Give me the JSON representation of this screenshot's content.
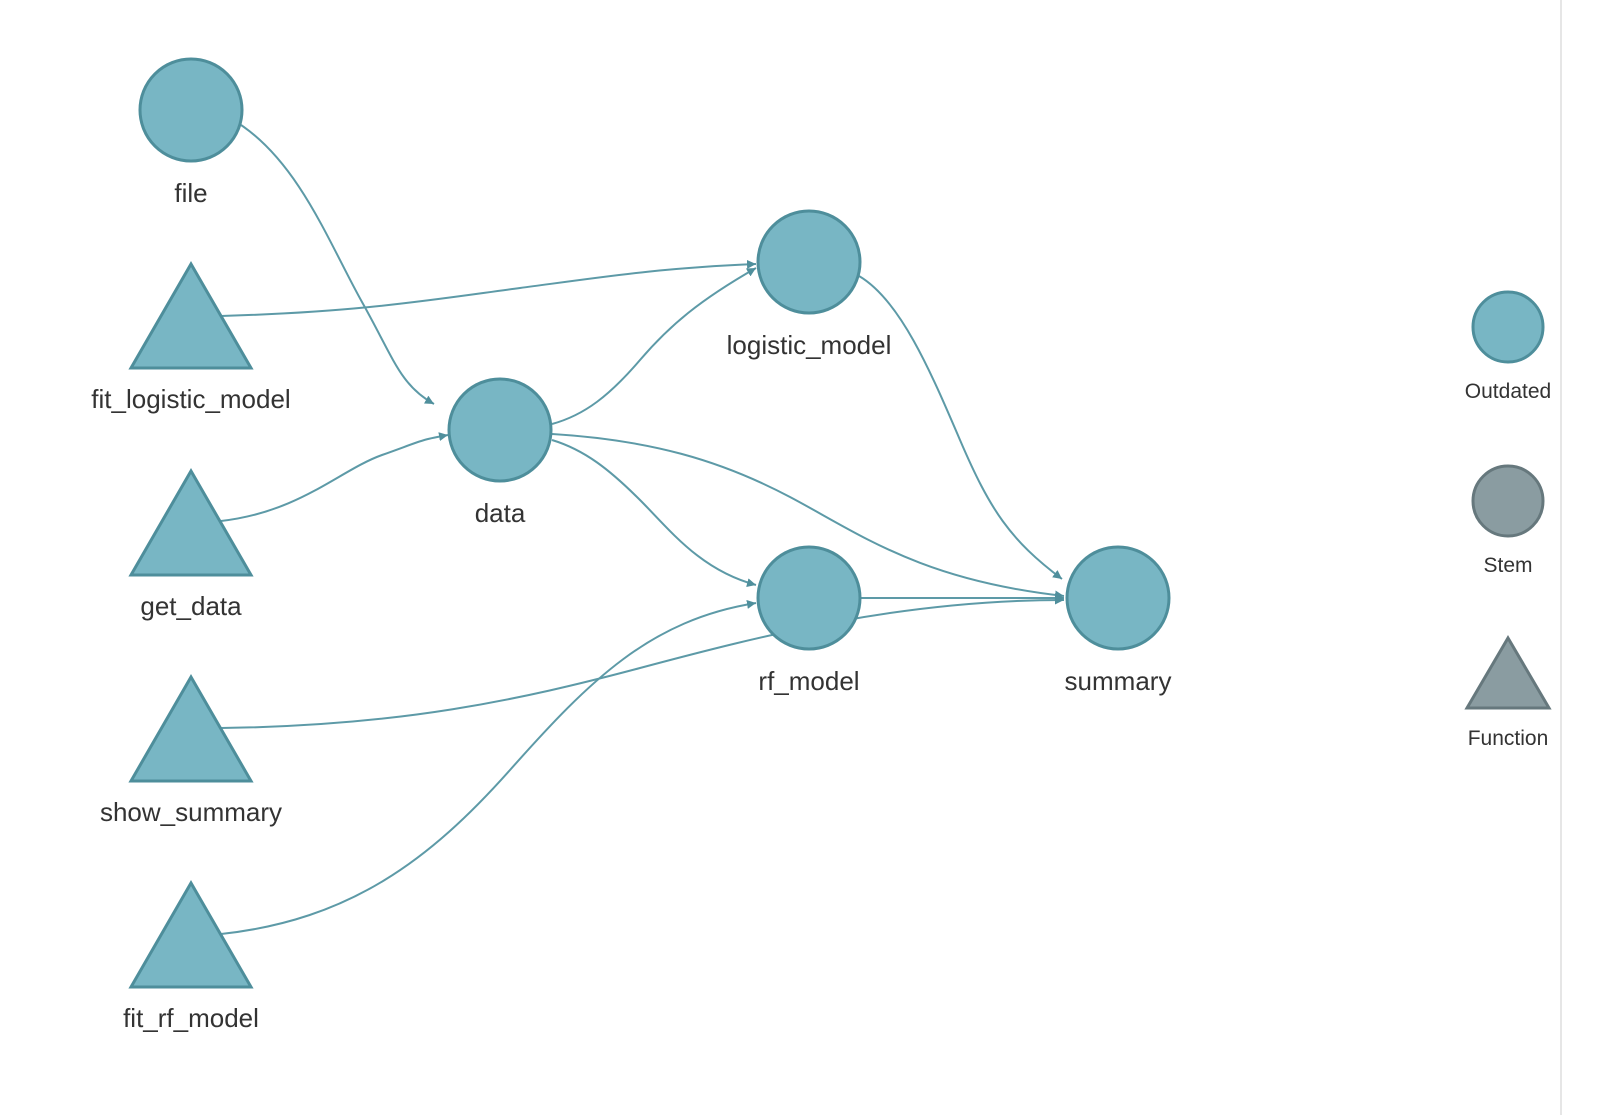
{
  "colors": {
    "outdated": "#78b6c4",
    "stem": "#8a9ca1",
    "stroke_outdated": "#4e8e9b",
    "stroke_stem": "#66787d",
    "edge": "#5d9aa7",
    "arrow": "#4f8f9c"
  },
  "nodes": [
    {
      "id": "file",
      "label": "file",
      "shape": "circle",
      "status": "outdated"
    },
    {
      "id": "fit_logistic_model",
      "label": "fit_logistic_model",
      "shape": "triangle",
      "status": "outdated"
    },
    {
      "id": "get_data",
      "label": "get_data",
      "shape": "triangle",
      "status": "outdated"
    },
    {
      "id": "show_summary",
      "label": "show_summary",
      "shape": "triangle",
      "status": "outdated"
    },
    {
      "id": "fit_rf_model",
      "label": "fit_rf_model",
      "shape": "triangle",
      "status": "outdated"
    },
    {
      "id": "data",
      "label": "data",
      "shape": "circle",
      "status": "outdated"
    },
    {
      "id": "logistic_model",
      "label": "logistic_model",
      "shape": "circle",
      "status": "outdated"
    },
    {
      "id": "rf_model",
      "label": "rf_model",
      "shape": "circle",
      "status": "outdated"
    },
    {
      "id": "summary",
      "label": "summary",
      "shape": "circle",
      "status": "outdated"
    }
  ],
  "edges": [
    {
      "from": "file",
      "to": "data"
    },
    {
      "from": "get_data",
      "to": "data"
    },
    {
      "from": "fit_logistic_model",
      "to": "logistic_model"
    },
    {
      "from": "data",
      "to": "logistic_model"
    },
    {
      "from": "data",
      "to": "rf_model"
    },
    {
      "from": "fit_rf_model",
      "to": "rf_model"
    },
    {
      "from": "data",
      "to": "summary"
    },
    {
      "from": "logistic_model",
      "to": "summary"
    },
    {
      "from": "rf_model",
      "to": "summary"
    },
    {
      "from": "show_summary",
      "to": "summary"
    }
  ],
  "legend": [
    {
      "label": "Outdated",
      "shape": "circle",
      "status": "outdated"
    },
    {
      "label": "Stem",
      "shape": "circle",
      "status": "stem"
    },
    {
      "label": "Function",
      "shape": "triangle",
      "status": "stem"
    }
  ]
}
